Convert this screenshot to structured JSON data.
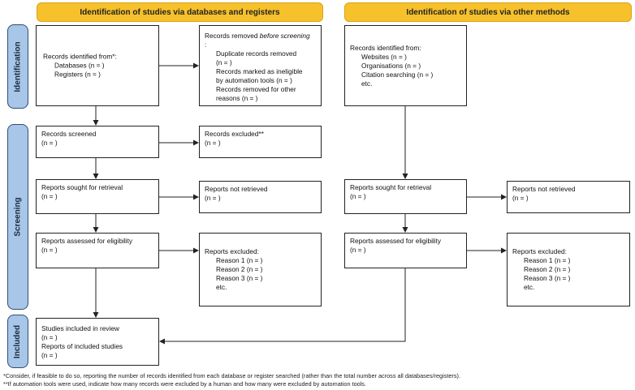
{
  "headers": {
    "databases": "Identification of studies via databases and registers",
    "other": "Identification of studies via other methods"
  },
  "stages": {
    "identification": "Identification",
    "screening": "Screening",
    "included": "Included"
  },
  "db": {
    "identified": [
      "Records identified from*:",
      "Databases (n = )",
      "Registers (n = )"
    ],
    "removed": [
      "Records removed ",
      "before screening",
      ":",
      "Duplicate records removed",
      "(n = )",
      "Records marked as ineligible",
      "by automation tools (n = )",
      "Records removed for other",
      "reasons (n = )"
    ],
    "screened": [
      "Records screened",
      "(n = )"
    ],
    "excluded": [
      "Records excluded**",
      "(n = )"
    ],
    "sought": [
      "Reports sought for retrieval",
      "(n = )"
    ],
    "not_retrieved": [
      "Reports not retrieved",
      "(n = )"
    ],
    "assessed": [
      "Reports assessed for eligibility",
      "(n = )"
    ],
    "reports_excluded": [
      "Reports excluded:",
      "Reason 1 (n = )",
      "Reason 2 (n = )",
      "Reason 3 (n = )",
      "etc."
    ],
    "included": [
      "Studies included in review",
      "(n = )",
      "Reports of included studies",
      "(n = )"
    ]
  },
  "other": {
    "identified": [
      "Records identified from:",
      "Websites (n = )",
      "Organisations (n = )",
      "Citation searching (n = )",
      "etc."
    ],
    "sought": [
      "Reports sought for retrieval",
      "(n = )"
    ],
    "not_retrieved": [
      "Reports not retrieved",
      "(n = )"
    ],
    "assessed": [
      "Reports assessed for eligibility",
      "(n = )"
    ],
    "reports_excluded": [
      "Reports excluded:",
      "Reason 1 (n = )",
      "Reason 2 (n = )",
      "Reason 3 (n = )",
      "etc."
    ]
  },
  "footnotes": [
    "*Consider, if feasible to do so, reporting the number of records identified from each database or register searched (rather than the total number across all databases/registers).",
    "**If automation tools were used, indicate how many records were excluded by a human and how many were excluded by automation tools."
  ],
  "colors": {
    "header": "#f7c12b",
    "stage": "#a7c6e8",
    "stage_border": "#2f4f74",
    "line": "#222222"
  }
}
